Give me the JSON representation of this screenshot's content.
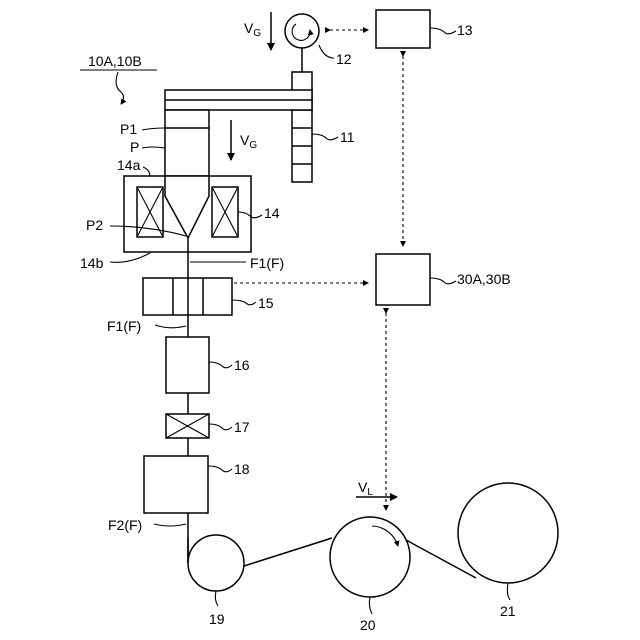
{
  "figure": {
    "apparatus_label": "10A,10B",
    "velocity_label_g": "V",
    "velocity_sub_g": "G",
    "velocity_label_l": "V",
    "velocity_sub_l": "L",
    "labels": {
      "n11": "11",
      "n12": "12",
      "n13": "13",
      "n14": "14",
      "n14a": "14a",
      "n14b": "14b",
      "n15": "15",
      "n16": "16",
      "n17": "17",
      "n18": "18",
      "n19": "19",
      "n20": "20",
      "n21": "21",
      "n30": "30A,30B",
      "p": "P",
      "p1": "P1",
      "p2": "P2",
      "f1_upper": "F1(F)",
      "f1_lower": "F1(F)",
      "f2": "F2(F)"
    }
  }
}
